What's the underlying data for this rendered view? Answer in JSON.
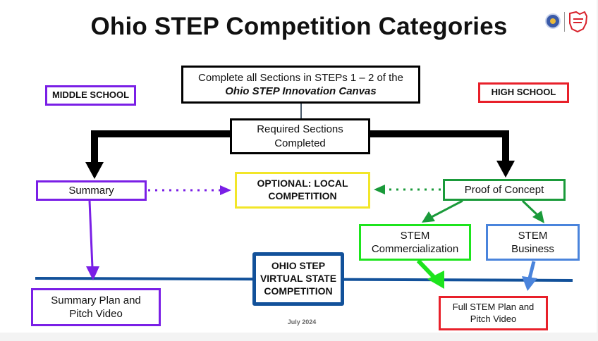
{
  "title": "Ohio STEP Competition Categories",
  "logos": {
    "seal": "ohio-seal-icon",
    "state": "ohio-state-logo-icon"
  },
  "boxes": {
    "complete_line1": "Complete all Sections in STEPs 1 – 2 of the",
    "complete_line2": "Ohio STEP Innovation Canvas",
    "required_line1": "Required Sections",
    "required_line2": "Completed",
    "middle_school": "MIDDLE SCHOOL",
    "high_school": "HIGH SCHOOL",
    "summary": "Summary",
    "optional_line1": "OPTIONAL: LOCAL",
    "optional_line2": "COMPETITION",
    "proof_of_concept": "Proof of Concept",
    "stem_comm_line1": "STEM",
    "stem_comm_line2": "Commercialization",
    "stem_bus_line1": "STEM",
    "stem_bus_line2": "Business",
    "virtual_line1": "OHIO STEP",
    "virtual_line2": "VIRTUAL STATE",
    "virtual_line3": "COMPETITION",
    "summary_plan_line1": "Summary Plan and",
    "summary_plan_line2": "Pitch Video",
    "full_plan_line1": "Full STEM Plan and",
    "full_plan_line2": "Pitch Video"
  },
  "footer": {
    "date": "July 2024"
  },
  "colors": {
    "black": "#000000",
    "purple": "#7a1fe6",
    "red": "#e8202a",
    "green": "#1a9a3a",
    "lime": "#1de41d",
    "blue": "#4a84dc",
    "yellow": "#f2e629",
    "navy": "#12519a"
  }
}
